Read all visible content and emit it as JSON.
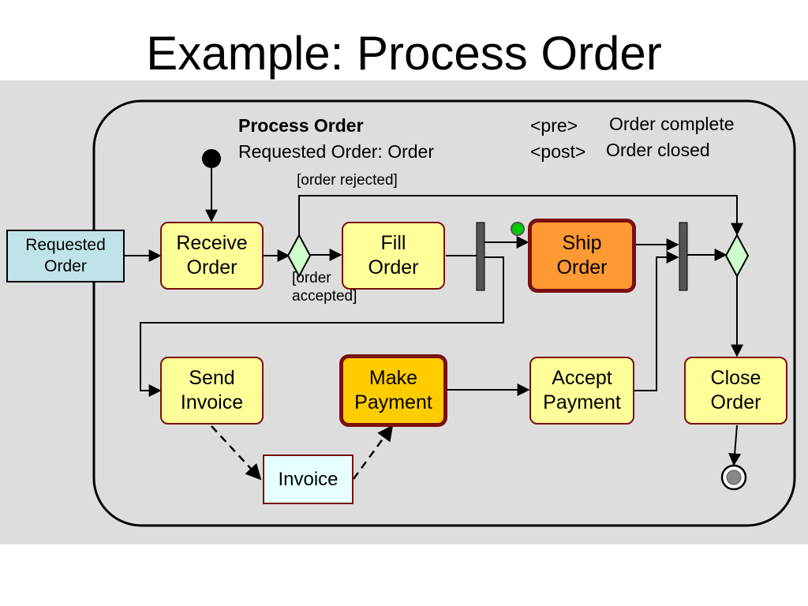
{
  "slide": {
    "title": "Example: Process Order"
  },
  "activity": {
    "name": "Process Order",
    "parameter": "Requested Order: Order",
    "pre_keyword": "<pre>",
    "pre_text": "Order complete",
    "post_keyword": "<post>",
    "post_text": "Order closed"
  },
  "input_object": {
    "line1": "Requested",
    "line2": "Order"
  },
  "actions": {
    "receive": {
      "line1": "Receive",
      "line2": "Order"
    },
    "fill": {
      "line1": "Fill",
      "line2": "Order"
    },
    "ship": {
      "line1": "Ship",
      "line2": "Order"
    },
    "send": {
      "line1": "Send",
      "line2": "Invoice"
    },
    "make": {
      "line1": "Make",
      "line2": "Payment"
    },
    "accept": {
      "line1": "Accept",
      "line2": "Payment"
    },
    "close": {
      "line1": "Close",
      "line2": "Order"
    }
  },
  "guards": {
    "rejected": "[order rejected]",
    "accepted_line1": "[order",
    "accepted_line2": "accepted]"
  },
  "invoice_object": {
    "label": "Invoice"
  },
  "colors": {
    "panel": "#dddddd",
    "action_fill": "#ffff99",
    "ship_fill": "#ff9933",
    "payment_fill": "#ffcc00",
    "action_border": "#7a1010",
    "decision_fill": "#ccffcc",
    "object_fill": "#bfe3e8",
    "invoice_fill": "#e6ffff",
    "token_green": "#00cc00",
    "token_magenta": "#ff33cc"
  }
}
